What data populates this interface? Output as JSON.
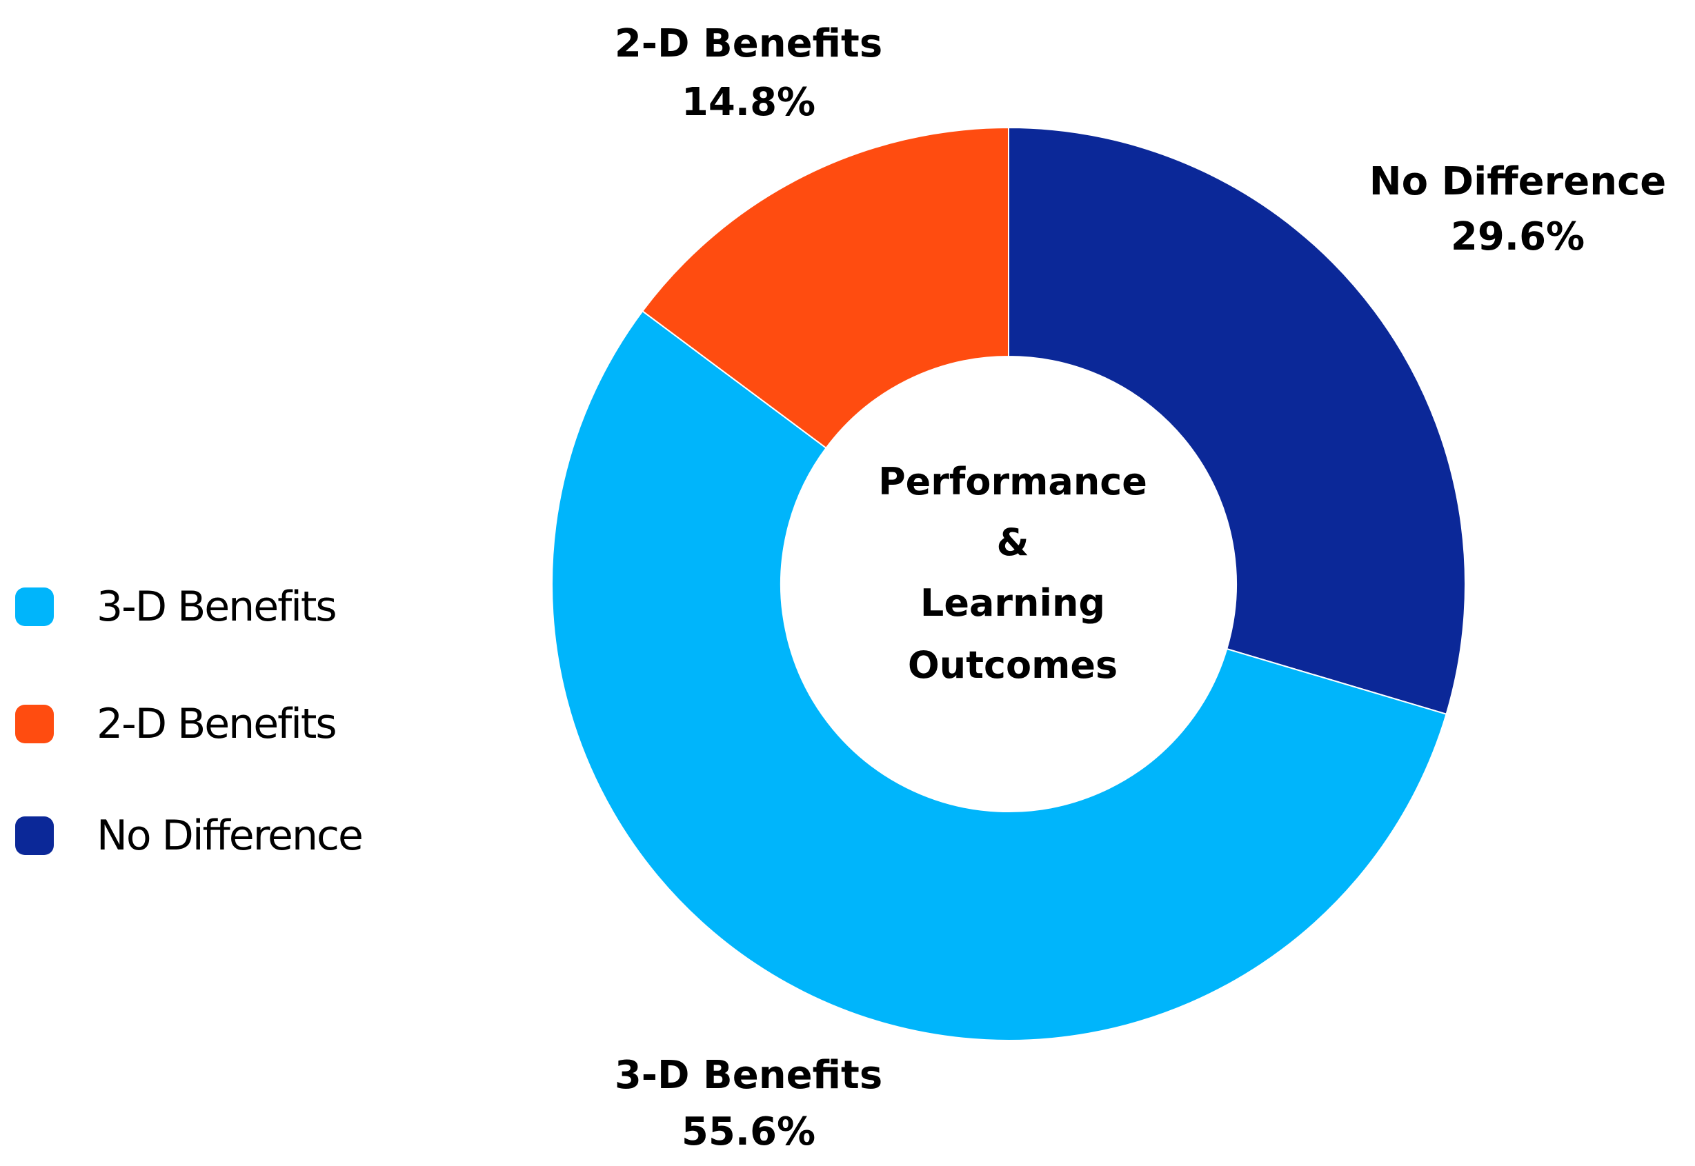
{
  "chart_data": {
    "type": "pie",
    "donut": true,
    "center_text": [
      "Performance",
      "&",
      "Learning",
      "Outcomes"
    ],
    "slices": [
      {
        "name": "No Difference",
        "value": 29.6,
        "value_label": "29.6%",
        "color": "#0b2898"
      },
      {
        "name": "3-D Benefits",
        "value": 55.6,
        "value_label": "55.6%",
        "color": "#00b5fb"
      },
      {
        "name": "2-D Benefits",
        "value": 14.8,
        "value_label": "14.8%",
        "color": "#ff4c10"
      }
    ],
    "legend": {
      "placement": "left",
      "items": [
        {
          "name": "3-D Benefits",
          "color": "#00b5fb"
        },
        {
          "name": "2-D Benefits",
          "color": "#ff4c10"
        },
        {
          "name": "No Difference",
          "color": "#0b2898"
        }
      ]
    }
  }
}
